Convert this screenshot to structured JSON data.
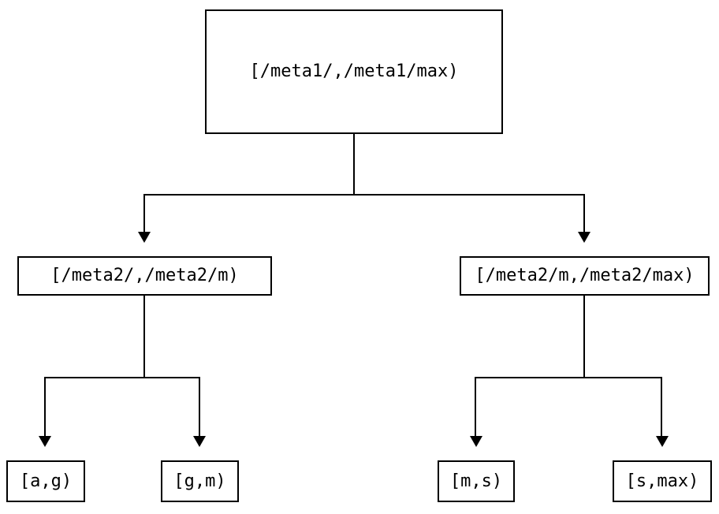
{
  "diagram": {
    "type": "tree",
    "colors": {
      "background": "#ffffff",
      "node_border": "#000000",
      "edge": "#000000",
      "text": "#000000"
    },
    "nodes": {
      "root": {
        "label": "[/meta1/,/meta1/max)"
      },
      "meta2_low": {
        "label": "[/meta2/,/meta2/m)"
      },
      "meta2_high": {
        "label": "[/meta2/m,/meta2/max)"
      },
      "leaf_ag": {
        "label": "[a,g)"
      },
      "leaf_gm": {
        "label": "[g,m)"
      },
      "leaf_ms": {
        "label": "[m,s)"
      },
      "leaf_smax": {
        "label": "[s,max)"
      }
    },
    "edges": [
      {
        "from": "root",
        "to": "meta2_low"
      },
      {
        "from": "root",
        "to": "meta2_high"
      },
      {
        "from": "meta2_low",
        "to": "leaf_ag"
      },
      {
        "from": "meta2_low",
        "to": "leaf_gm"
      },
      {
        "from": "meta2_high",
        "to": "leaf_ms"
      },
      {
        "from": "meta2_high",
        "to": "leaf_smax"
      }
    ]
  }
}
